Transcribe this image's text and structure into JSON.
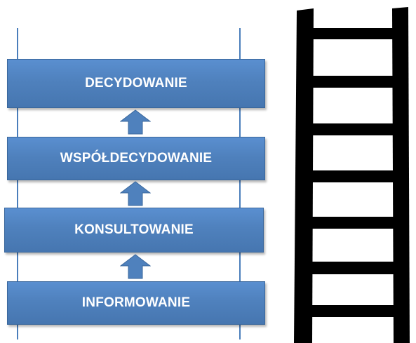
{
  "diagram": {
    "stages": [
      {
        "id": "decydowanie",
        "label": "DECYDOWANIE"
      },
      {
        "id": "wspoldecydowanie",
        "label": "WSPÓŁDECYDOWANIE"
      },
      {
        "id": "konsultowanie",
        "label": "KONSULTOWANIE"
      },
      {
        "id": "informowanie",
        "label": "INFORMOWANIE"
      }
    ],
    "colors": {
      "stage_fill": "#4f81bd",
      "stage_border": "#3a679c",
      "rail": "#4a7ebb",
      "arrow": "#4f81bd",
      "ladder": "#000000",
      "text": "#ffffff"
    },
    "ladder_icon": "ladder-icon",
    "arrow_icon": "arrow-up-icon"
  }
}
